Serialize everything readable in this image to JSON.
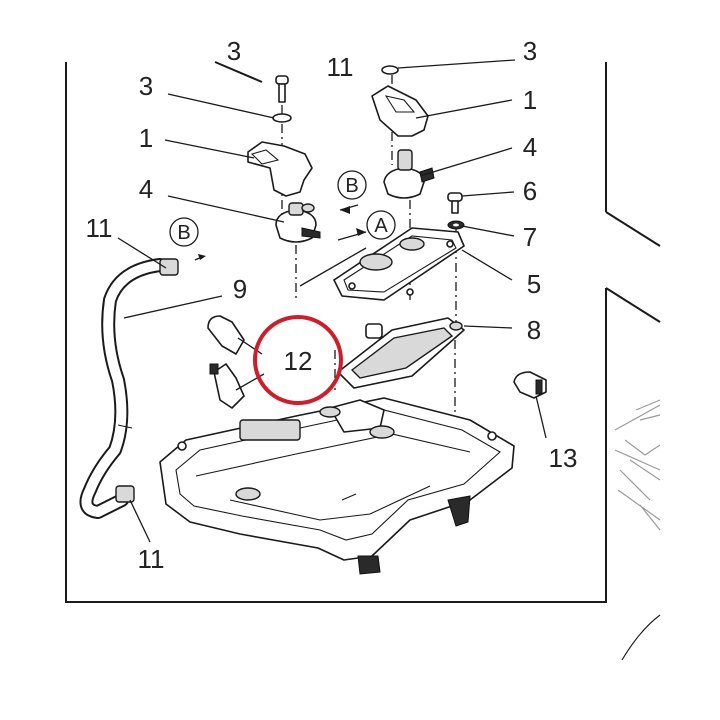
{
  "callouts": {
    "top_left_cut": "3",
    "top_mid_cut": "11",
    "top_right_cut": "3",
    "c3": "3",
    "c1_left": "1",
    "c1_right": "1",
    "c4_left": "4",
    "c4_right": "4",
    "c6": "6",
    "c7": "7",
    "c5": "5",
    "c8": "8",
    "c9": "9",
    "c11_top": "11",
    "c11_bottom": "11",
    "c12": "12",
    "c13": "13"
  },
  "flow_markers": {
    "b_upper": "B",
    "b_left": "B",
    "a_mid": "A"
  },
  "highlight": {
    "color": "#cc1f2d",
    "target": "12"
  },
  "icons": [
    "exploded-parts-diagram"
  ]
}
